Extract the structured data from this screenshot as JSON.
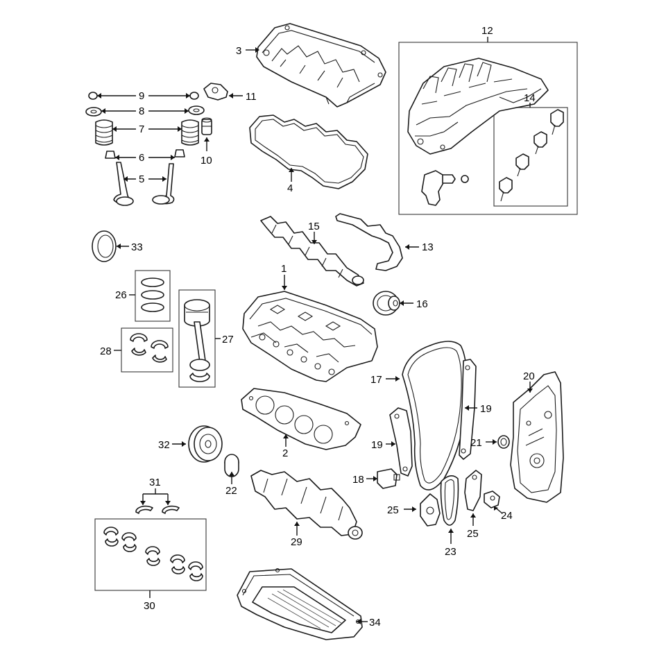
{
  "callouts": [
    {
      "id": "c1",
      "label": "1"
    },
    {
      "id": "c2",
      "label": "2"
    },
    {
      "id": "c3",
      "label": "3"
    },
    {
      "id": "c4",
      "label": "4"
    },
    {
      "id": "c5",
      "label": "5"
    },
    {
      "id": "c6",
      "label": "6"
    },
    {
      "id": "c7",
      "label": "7"
    },
    {
      "id": "c8",
      "label": "8"
    },
    {
      "id": "c9",
      "label": "9"
    },
    {
      "id": "c10",
      "label": "10"
    },
    {
      "id": "c11",
      "label": "11"
    },
    {
      "id": "c12",
      "label": "12"
    },
    {
      "id": "c13",
      "label": "13"
    },
    {
      "id": "c14",
      "label": "14"
    },
    {
      "id": "c15",
      "label": "15"
    },
    {
      "id": "c16",
      "label": "16"
    },
    {
      "id": "c17",
      "label": "17"
    },
    {
      "id": "c18",
      "label": "18"
    },
    {
      "id": "c19a",
      "label": "19"
    },
    {
      "id": "c19b",
      "label": "19"
    },
    {
      "id": "c20",
      "label": "20"
    },
    {
      "id": "c21",
      "label": "21"
    },
    {
      "id": "c22",
      "label": "22"
    },
    {
      "id": "c23",
      "label": "23"
    },
    {
      "id": "c24",
      "label": "24"
    },
    {
      "id": "c25a",
      "label": "25"
    },
    {
      "id": "c25b",
      "label": "25"
    },
    {
      "id": "c26",
      "label": "26"
    },
    {
      "id": "c27",
      "label": "27"
    },
    {
      "id": "c28",
      "label": "28"
    },
    {
      "id": "c29",
      "label": "29"
    },
    {
      "id": "c30",
      "label": "30"
    },
    {
      "id": "c31",
      "label": "31"
    },
    {
      "id": "c32",
      "label": "32"
    },
    {
      "id": "c33",
      "label": "33"
    },
    {
      "id": "c34",
      "label": "34"
    }
  ]
}
